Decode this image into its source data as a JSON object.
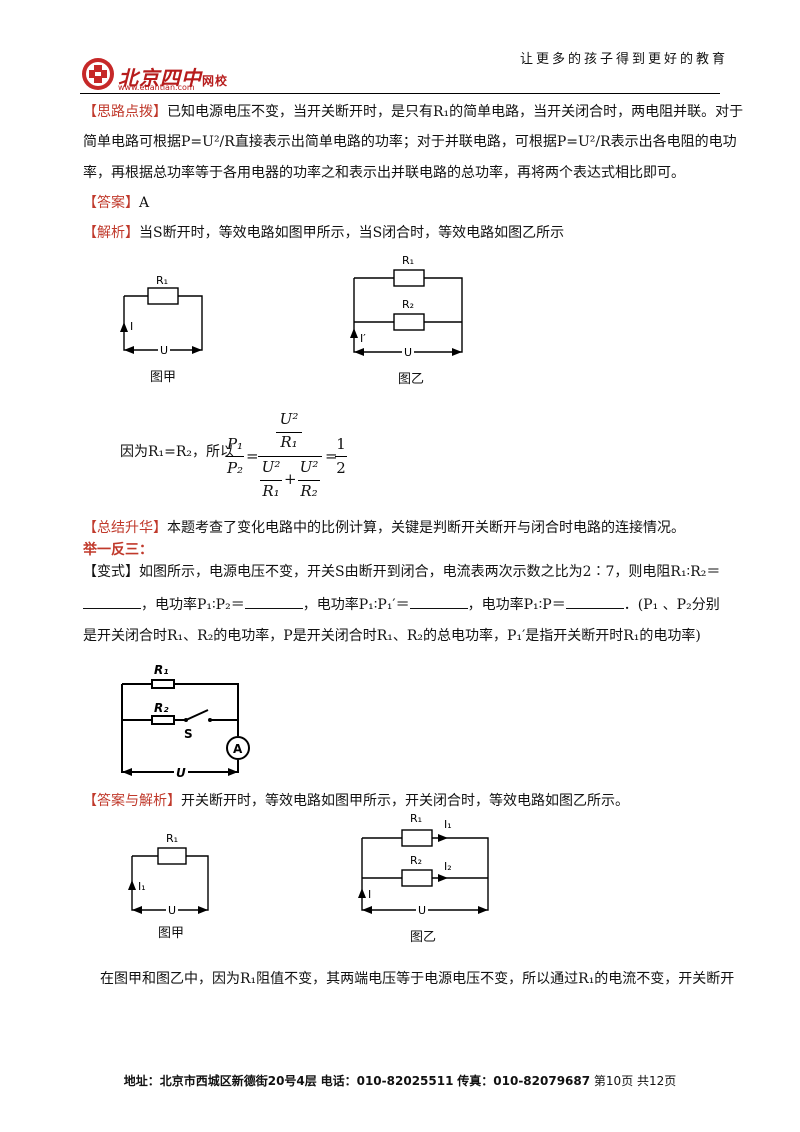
{
  "header": {
    "slogan": "让更多的孩子得到更好的教育",
    "logo_cn": "北京四中",
    "logo_small": "网校",
    "logo_url": "www.etiantian.com"
  },
  "hint": {
    "tag": "【思路点拨】",
    "line1": "已知电源电压不变，当开关断开时，是只有R₁的简单电路，当开关闭合时，两电阻并联。对于",
    "line2": "简单电路可根据P=U²/R直接表示出简单电路的功率；对于并联电路，可根据P=U²/R表示出各电阻的电功",
    "line3": "率，再根据总功率等于各用电器的功率之和表示出并联电路的总功率，再将两个表达式相比即可。"
  },
  "answer": {
    "tag": "【答案】",
    "value": "A"
  },
  "analysis": {
    "tag": "【解析】",
    "text": "当S断开时，等效电路如图甲所示，当S闭合时，等效电路如图乙所示"
  },
  "fig1": {
    "jia": {
      "r1": "R₁",
      "i": "I",
      "u": "U",
      "caption": "图甲"
    },
    "yi": {
      "r1": "R₁",
      "r2": "R₂",
      "i": "I′",
      "u": "U",
      "caption": "图乙"
    }
  },
  "formula": {
    "prefix": "因为R₁=R₂，所以",
    "p1": "P₁",
    "p2": "P₂",
    "u2": "U²",
    "r1": "R₁",
    "r2": "R₂",
    "plus": "+",
    "eq": "=",
    "one": "1",
    "two": "2"
  },
  "summary": {
    "tag": "【总结升华】",
    "text": "本题考查了变化电路中的比例计算，关键是判断开关断开与闭合时电路的连接情况。"
  },
  "section": {
    "title": "举一反三："
  },
  "variant": {
    "tag": "【变式】",
    "line1": "如图所示，电源电压不变，开关S由断开到闭合，电流表两次示数之比为2∶7，则电阻R₁∶R₂＝",
    "seg1": "，电功率P₁∶P₂＝",
    "seg2": "，电功率P₁∶P₁′＝",
    "seg3": "，电功率P₁∶P＝",
    "seg4": "．(P₁ 、P₂分别",
    "line3": "是开关闭合时R₁、R₂的电功率，P是开关闭合时R₁、R₂的总电功率，P₁′是指开关断开时R₁的电功率)"
  },
  "fig2": {
    "r1": "R₁",
    "r2": "R₂",
    "s": "S",
    "a": "A",
    "u": "U"
  },
  "answer_analysis": {
    "tag": "【答案与解析】",
    "text": "开关断开时，等效电路如图甲所示，开关闭合时，等效电路如图乙所示。"
  },
  "fig3": {
    "jia": {
      "r1": "R₁",
      "i": "I₁",
      "u": "U",
      "caption": "图甲"
    },
    "yi": {
      "r1": "R₁",
      "r2": "R₂",
      "i1": "I₁",
      "i2": "I₂",
      "i": "I",
      "u": "U",
      "caption": "图乙"
    }
  },
  "closing": {
    "text": "在图甲和图乙中，因为R₁阻值不变，其两端电压等于电源电压不变，所以通过R₁的电流不变，开关断开"
  },
  "footer": {
    "address": "地址：北京市西城区新德街20号4层",
    "phone": "电话：010-82025511",
    "fax": "传真：010-82079687",
    "page": "第10页 共12页"
  }
}
